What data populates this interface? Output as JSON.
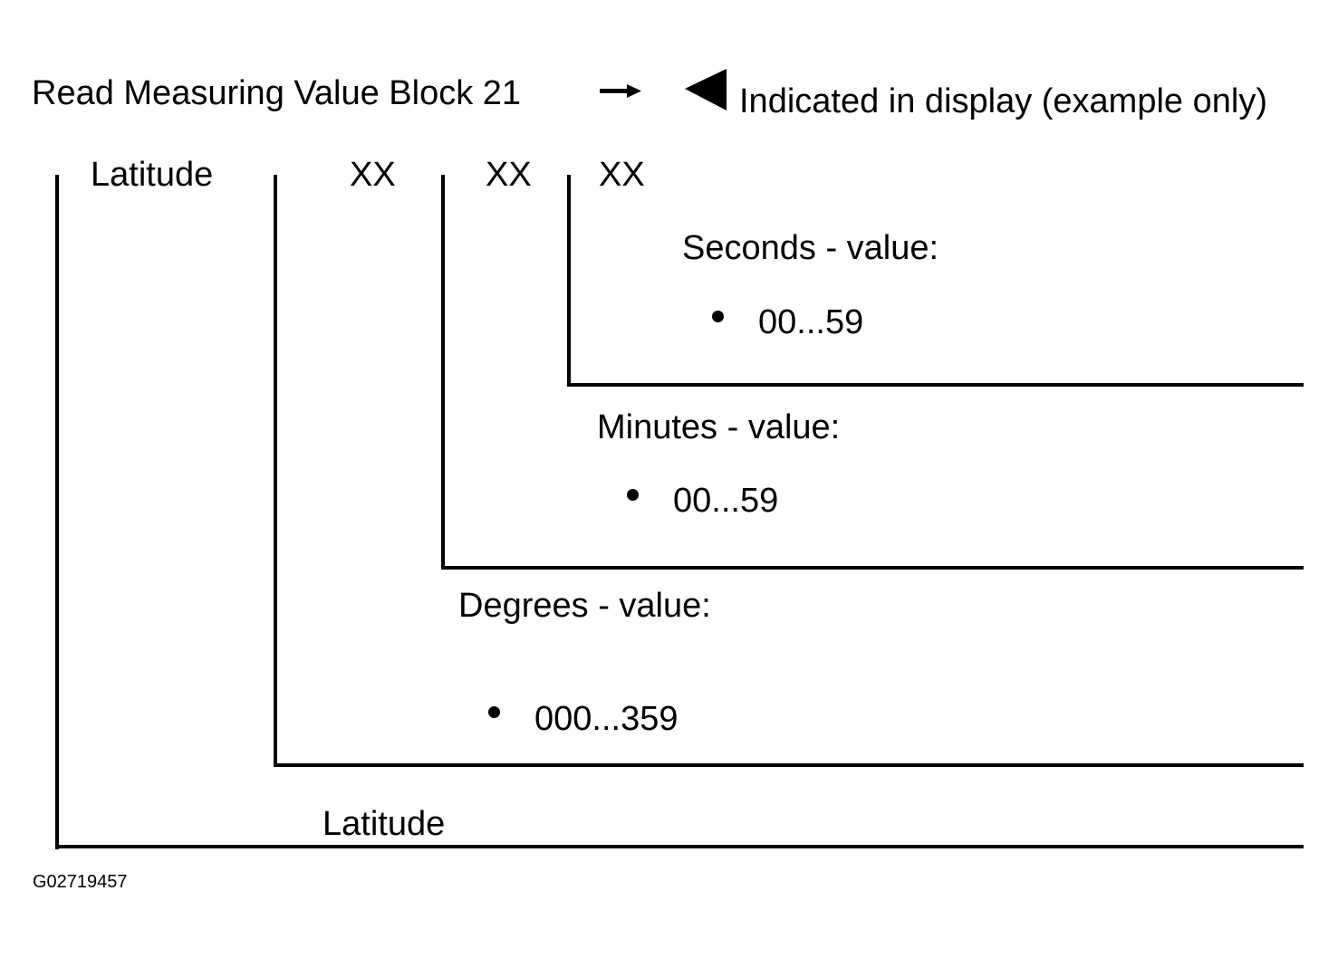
{
  "header": {
    "title": "Read Measuring Value Block 21",
    "display_note": "Indicated in display (example only)",
    "arrow_icon": "right-arrow-icon",
    "pointer_icon": "left-triangle-icon"
  },
  "display_fields": {
    "label": "Latitude",
    "degrees_placeholder": "XX",
    "minutes_placeholder": "XX",
    "seconds_placeholder": "XX"
  },
  "descriptions": {
    "seconds_label": "Seconds - value:",
    "seconds_range": "00...59",
    "minutes_label": "Minutes - value:",
    "minutes_range": "00...59",
    "degrees_label": "Degrees - value:",
    "degrees_range": "000...359",
    "latitude_label": "Latitude"
  },
  "figure_id": "G02719457"
}
